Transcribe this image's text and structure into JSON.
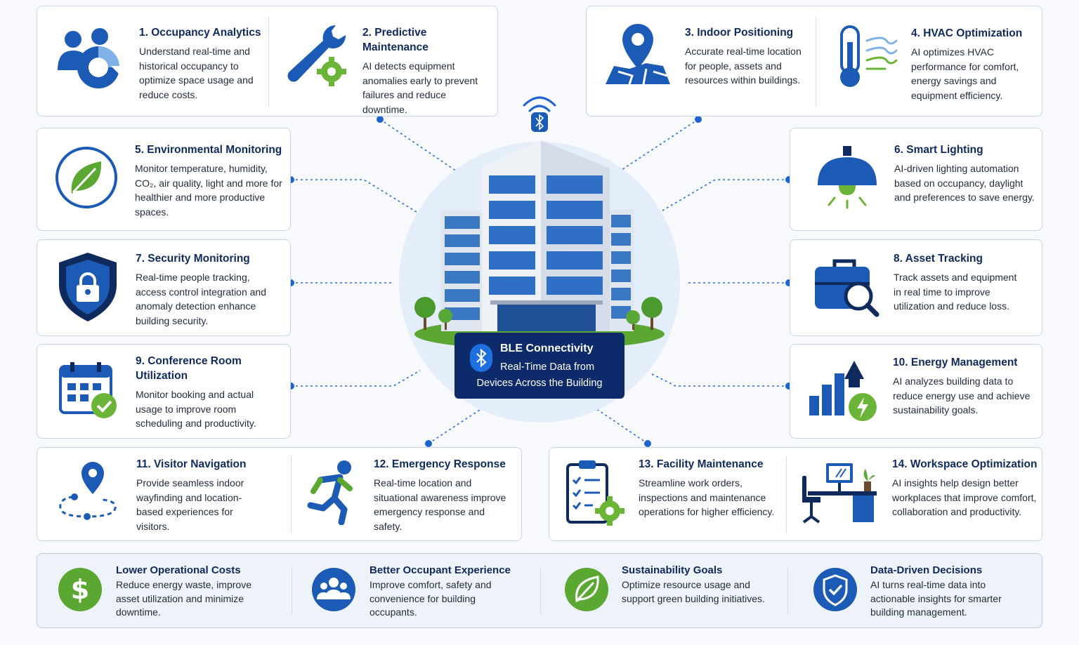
{
  "features": [
    {
      "title": "1.  Occupancy Analytics",
      "desc": "Understand real-time and historical occupancy to optimize space usage and reduce costs.",
      "icon": "occupancy-icon"
    },
    {
      "title": "2. Predictive Maintenance",
      "desc": "AI detects equipment anomalies early to prevent failures and reduce downtime.",
      "icon": "wrench-gear-icon"
    },
    {
      "title": "3. Indoor Positioning",
      "desc": "Accurate real-time location for people, assets and resources within buildings.",
      "icon": "map-pin-icon"
    },
    {
      "title": "4. HVAC Optimization",
      "desc": "AI optimizes HVAC performance for comfort, energy savings and equipment efficiency.",
      "icon": "thermometer-icon"
    },
    {
      "title": "5. Environmental Monitoring",
      "desc": "Monitor temperature, humidity, CO₂, air quality, light and more for healthier and more productive spaces.",
      "icon": "leaf-icon"
    },
    {
      "title": "6. Smart Lighting",
      "desc": "AI-driven lighting automation based on occupancy, daylight and preferences to save energy.",
      "icon": "lamp-icon"
    },
    {
      "title": "7. Security Monitoring",
      "desc": "Real-time people tracking, access control integration and anomaly detection enhance building security.",
      "icon": "shield-lock-icon"
    },
    {
      "title": "8. Asset Tracking",
      "desc": "Track assets and equipment in real time to improve utilization and reduce loss.",
      "icon": "briefcase-search-icon"
    },
    {
      "title": "9. Conference Room\n    Utilization",
      "desc": "Monitor booking and actual usage to improve room scheduling and productivity.",
      "icon": "calendar-check-icon"
    },
    {
      "title": "10. Energy Management",
      "desc": "AI analyzes building data to reduce energy use and achieve sustainability goals.",
      "icon": "energy-chart-icon"
    },
    {
      "title": "11. Visitor Navigation",
      "desc": "Provide seamless indoor wayfinding and location-based experiences for visitors.",
      "icon": "route-pin-icon"
    },
    {
      "title": "12. Emergency Response",
      "desc": "Real-time location and situational awareness improve emergency response and safety.",
      "icon": "running-person-icon"
    },
    {
      "title": "13. Facility Maintenance",
      "desc": "Streamline work orders, inspections and maintenance operations for higher efficiency.",
      "icon": "clipboard-gear-icon"
    },
    {
      "title": "14. Workspace Optimization",
      "desc": "AI insights help design better workplaces that improve comfort, collaboration and productivity.",
      "icon": "desk-icon"
    }
  ],
  "center": {
    "title": "BLE Connectivity",
    "line1": "Real-Time Data from",
    "line2": "Devices Across the Building"
  },
  "benefits": [
    {
      "title": "Lower Operational Costs",
      "desc": "Reduce energy waste, improve asset utilization and minimize downtime.",
      "icon": "dollar-icon"
    },
    {
      "title": "Better Occupant Experience",
      "desc": "Improve comfort, safety and convenience for building occupants.",
      "icon": "people-icon"
    },
    {
      "title": "Sustainability Goals",
      "desc": "Optimize resource usage and support green building initiatives.",
      "icon": "leaf-icon"
    },
    {
      "title": "Data-Driven Decisions",
      "desc": "AI turns real-time data into actionable insights for smarter building management.",
      "icon": "shield-check-icon"
    }
  ],
  "colors": {
    "navy": "#0f2a5c",
    "blue": "#1c5bb5",
    "green": "#5aa832",
    "border": "#c9d6e8"
  }
}
